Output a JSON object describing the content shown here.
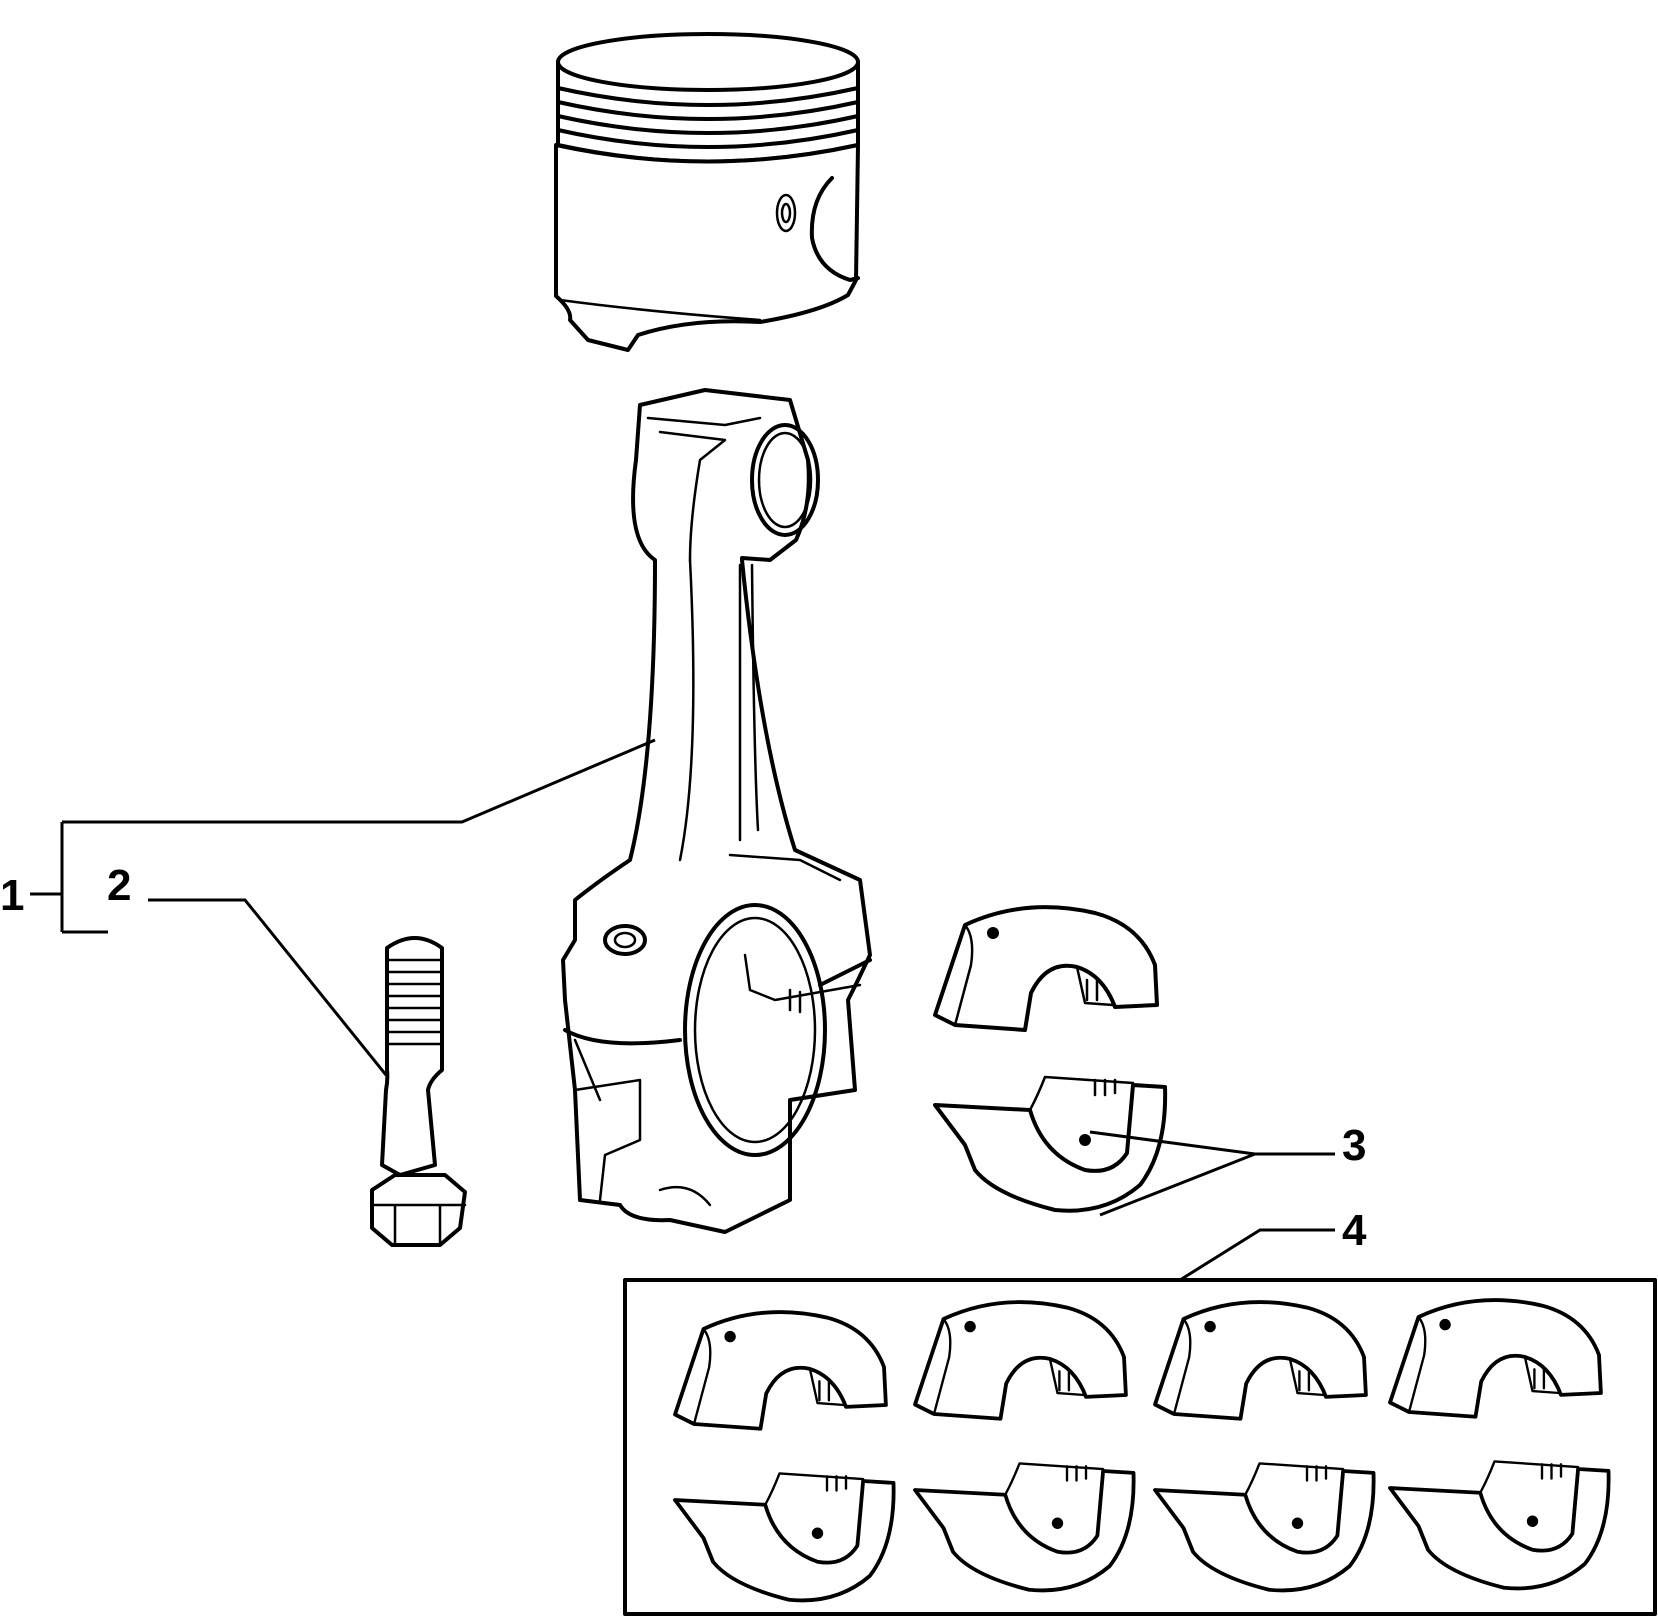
{
  "callouts": [
    {
      "id": "1",
      "label": "1"
    },
    {
      "id": "2",
      "label": "2"
    },
    {
      "id": "3",
      "label": "3"
    },
    {
      "id": "4",
      "label": "4"
    }
  ],
  "parts": [
    {
      "name": "piston"
    },
    {
      "name": "connecting-rod"
    },
    {
      "name": "rod-bolt"
    },
    {
      "name": "bearing-shell-pair"
    },
    {
      "name": "bearing-shell-set-kit",
      "count": 4
    }
  ],
  "colors": {
    "line": "#000000",
    "background": "#ffffff"
  }
}
